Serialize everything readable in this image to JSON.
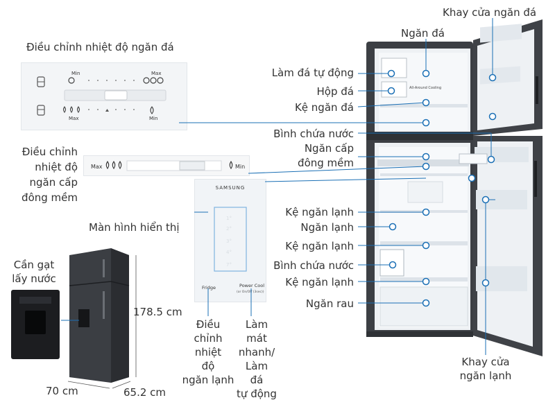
{
  "labels": {
    "ice_temp_title": "Điều chỉnh nhiệt độ ngăn đá",
    "soft_freeze_temp": "Điều chỉnh\nnhiệt độ\nngăn cấp\nđông mềm",
    "display_screen": "Màn hình hiển thị",
    "water_lever": "Cần gạt\nlấy nước",
    "height": "178.5 cm",
    "width": "70 cm",
    "depth": "65.2 cm",
    "fridge_temp_adjust": "Điều\nchỉnh\nnhiệt\nđộ\nngăn lạnh",
    "power_cool": "Làm\nmát\nnhanh/\nLàm\nđá\ntự động",
    "freezer_door_tray": "Khay cửa ngăn đá",
    "freezer": "Ngăn đá",
    "auto_ice_maker": "Làm đá tự động",
    "ice_box": "Hộp đá",
    "freezer_shelf": "Kệ ngăn đá",
    "water_tank_top": "Bình chứa nước",
    "soft_freeze": "Ngăn cấp\nđông mềm",
    "fridge_shelf_1": "Kệ ngăn lạnh",
    "fridge": "Ngăn lạnh",
    "fridge_shelf_2": "Kệ ngăn lạnh",
    "water_tank_bottom": "Bình chứa nước",
    "fridge_shelf_3": "Kệ ngăn lạnh",
    "vegetable_drawer": "Ngăn rau",
    "fridge_door_tray": "Khay cửa\nngăn lạnh"
  },
  "panels": {
    "freezer_control": {
      "min_top": "Min",
      "max_top": "Max",
      "max_bottom": "Max",
      "min_bottom": "Min"
    },
    "soft_freeze_control": {
      "max": "Max",
      "min": "Min"
    },
    "display": {
      "brand": "SAMSUNG",
      "temps": [
        "1°",
        "2°",
        "3°",
        "4°",
        "7°"
      ],
      "fridge_button": "Fridge",
      "power_cool_button": "Power Cool",
      "power_cool_sub": "(or On/Off (3sec))"
    }
  },
  "fridge_interior": {
    "airflow_label": "All-Around Cooling"
  },
  "colors": {
    "leader_line": "#1a6fb5",
    "dot": "#ffffff",
    "fridge_body": "#3c3f44",
    "interior": "#f4f6f8"
  }
}
